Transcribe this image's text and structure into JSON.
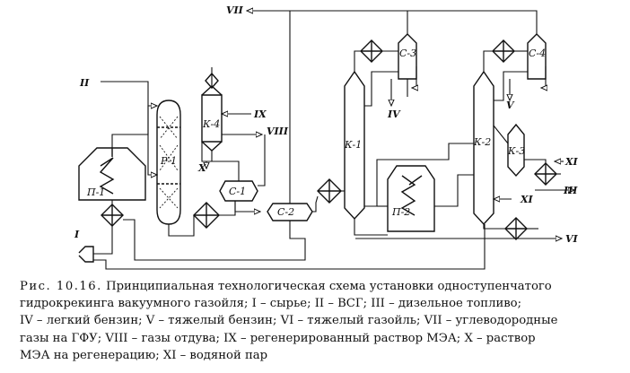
{
  "units": {
    "P1": "Р-1",
    "P2": "П-2",
    "P1furnace": "П-1",
    "K1": "К-1",
    "K2": "К-2",
    "K3": "К-3",
    "K4": "К-4",
    "C1": "С-1",
    "C2": "С-2",
    "C3": "С-3",
    "C4": "С-4"
  },
  "streams": {
    "I": "I",
    "II": "II",
    "III": "III",
    "IV": "IV",
    "V": "V",
    "VI": "VI",
    "VII": "VII",
    "VIII": "VIII",
    "IX": "IX",
    "X": "X",
    "XI_a": "XI",
    "XI_b": "XI"
  },
  "caption": {
    "line1_fig": "Рис. 10.16.",
    "line1_rest": "Принципиальная технологическая схема установки одноступенчатого",
    "line2": "гидрокрекинга вакуумного газойля; I – сырье; II – ВСГ; III – дизельное топливо;",
    "line3": "IV – легкий бензин; V – тяжелый бензин; VI – тяжелый газойль; VII – углеводородные",
    "line4": "газы на ГФУ; VIII – газы отдува; IX – регенерированный раствор МЭА; X – раствор",
    "line5": "МЭА на регенерацию; XI – водяной пар"
  }
}
